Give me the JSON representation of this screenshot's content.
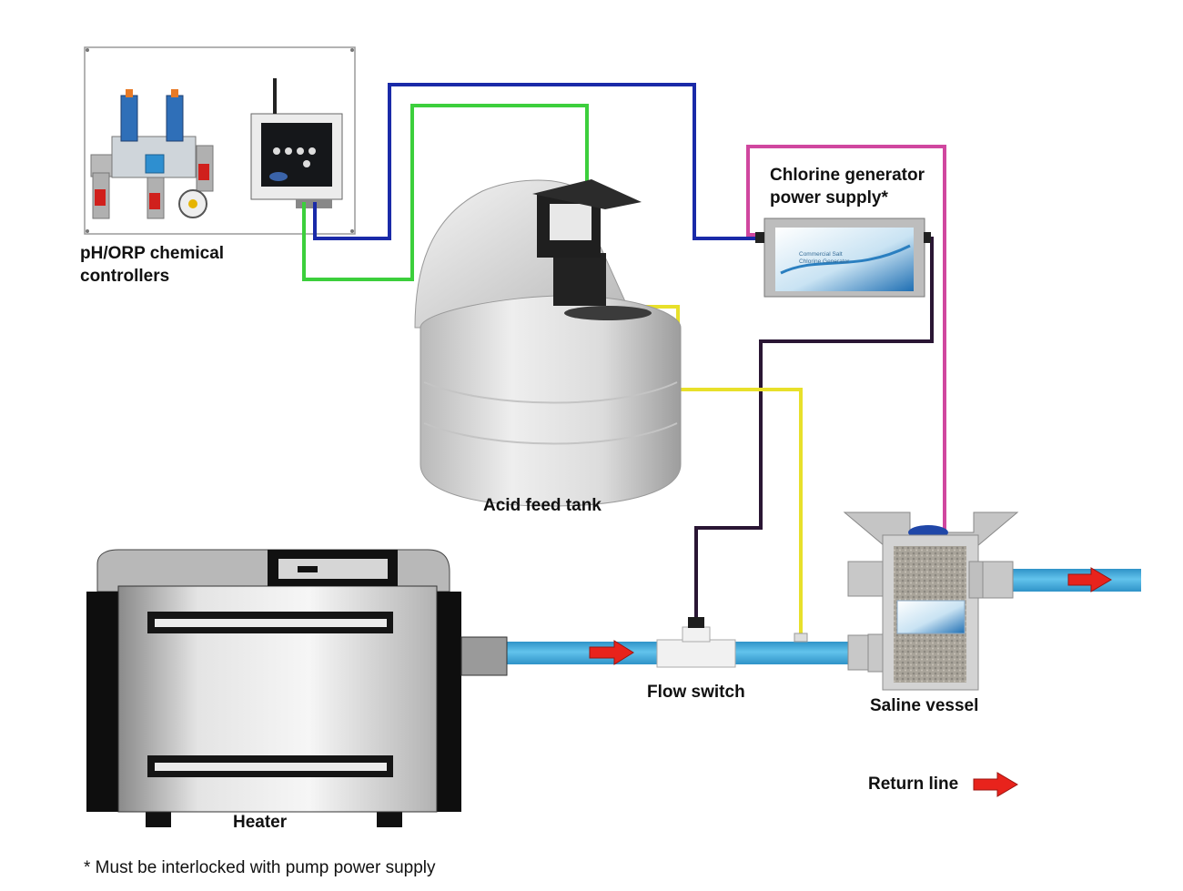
{
  "labels": {
    "controllers_line1": "pH/ORP chemical",
    "controllers_line2": "controllers",
    "chlorine_line1": "Chlorine generator",
    "chlorine_line2": "power supply*",
    "acid_tank": "Acid feed tank",
    "flow_switch": "Flow switch",
    "saline_vessel": "Saline vessel",
    "heater": "Heater",
    "return_line": "Return line"
  },
  "footnote": "* Must be interlocked with pump power supply",
  "device_text": {
    "generator_line1": "Commercial Salt",
    "generator_line2": "Chlorine Generator"
  },
  "colors": {
    "wire_blue": "#1a2aa8",
    "wire_green": "#3ccf3c",
    "wire_magenta": "#d0479f",
    "wire_yellow": "#e8e02a",
    "wire_dark": "#2a1634",
    "pipe": "#37a4d6",
    "flow_arrow": "#e8231c"
  }
}
